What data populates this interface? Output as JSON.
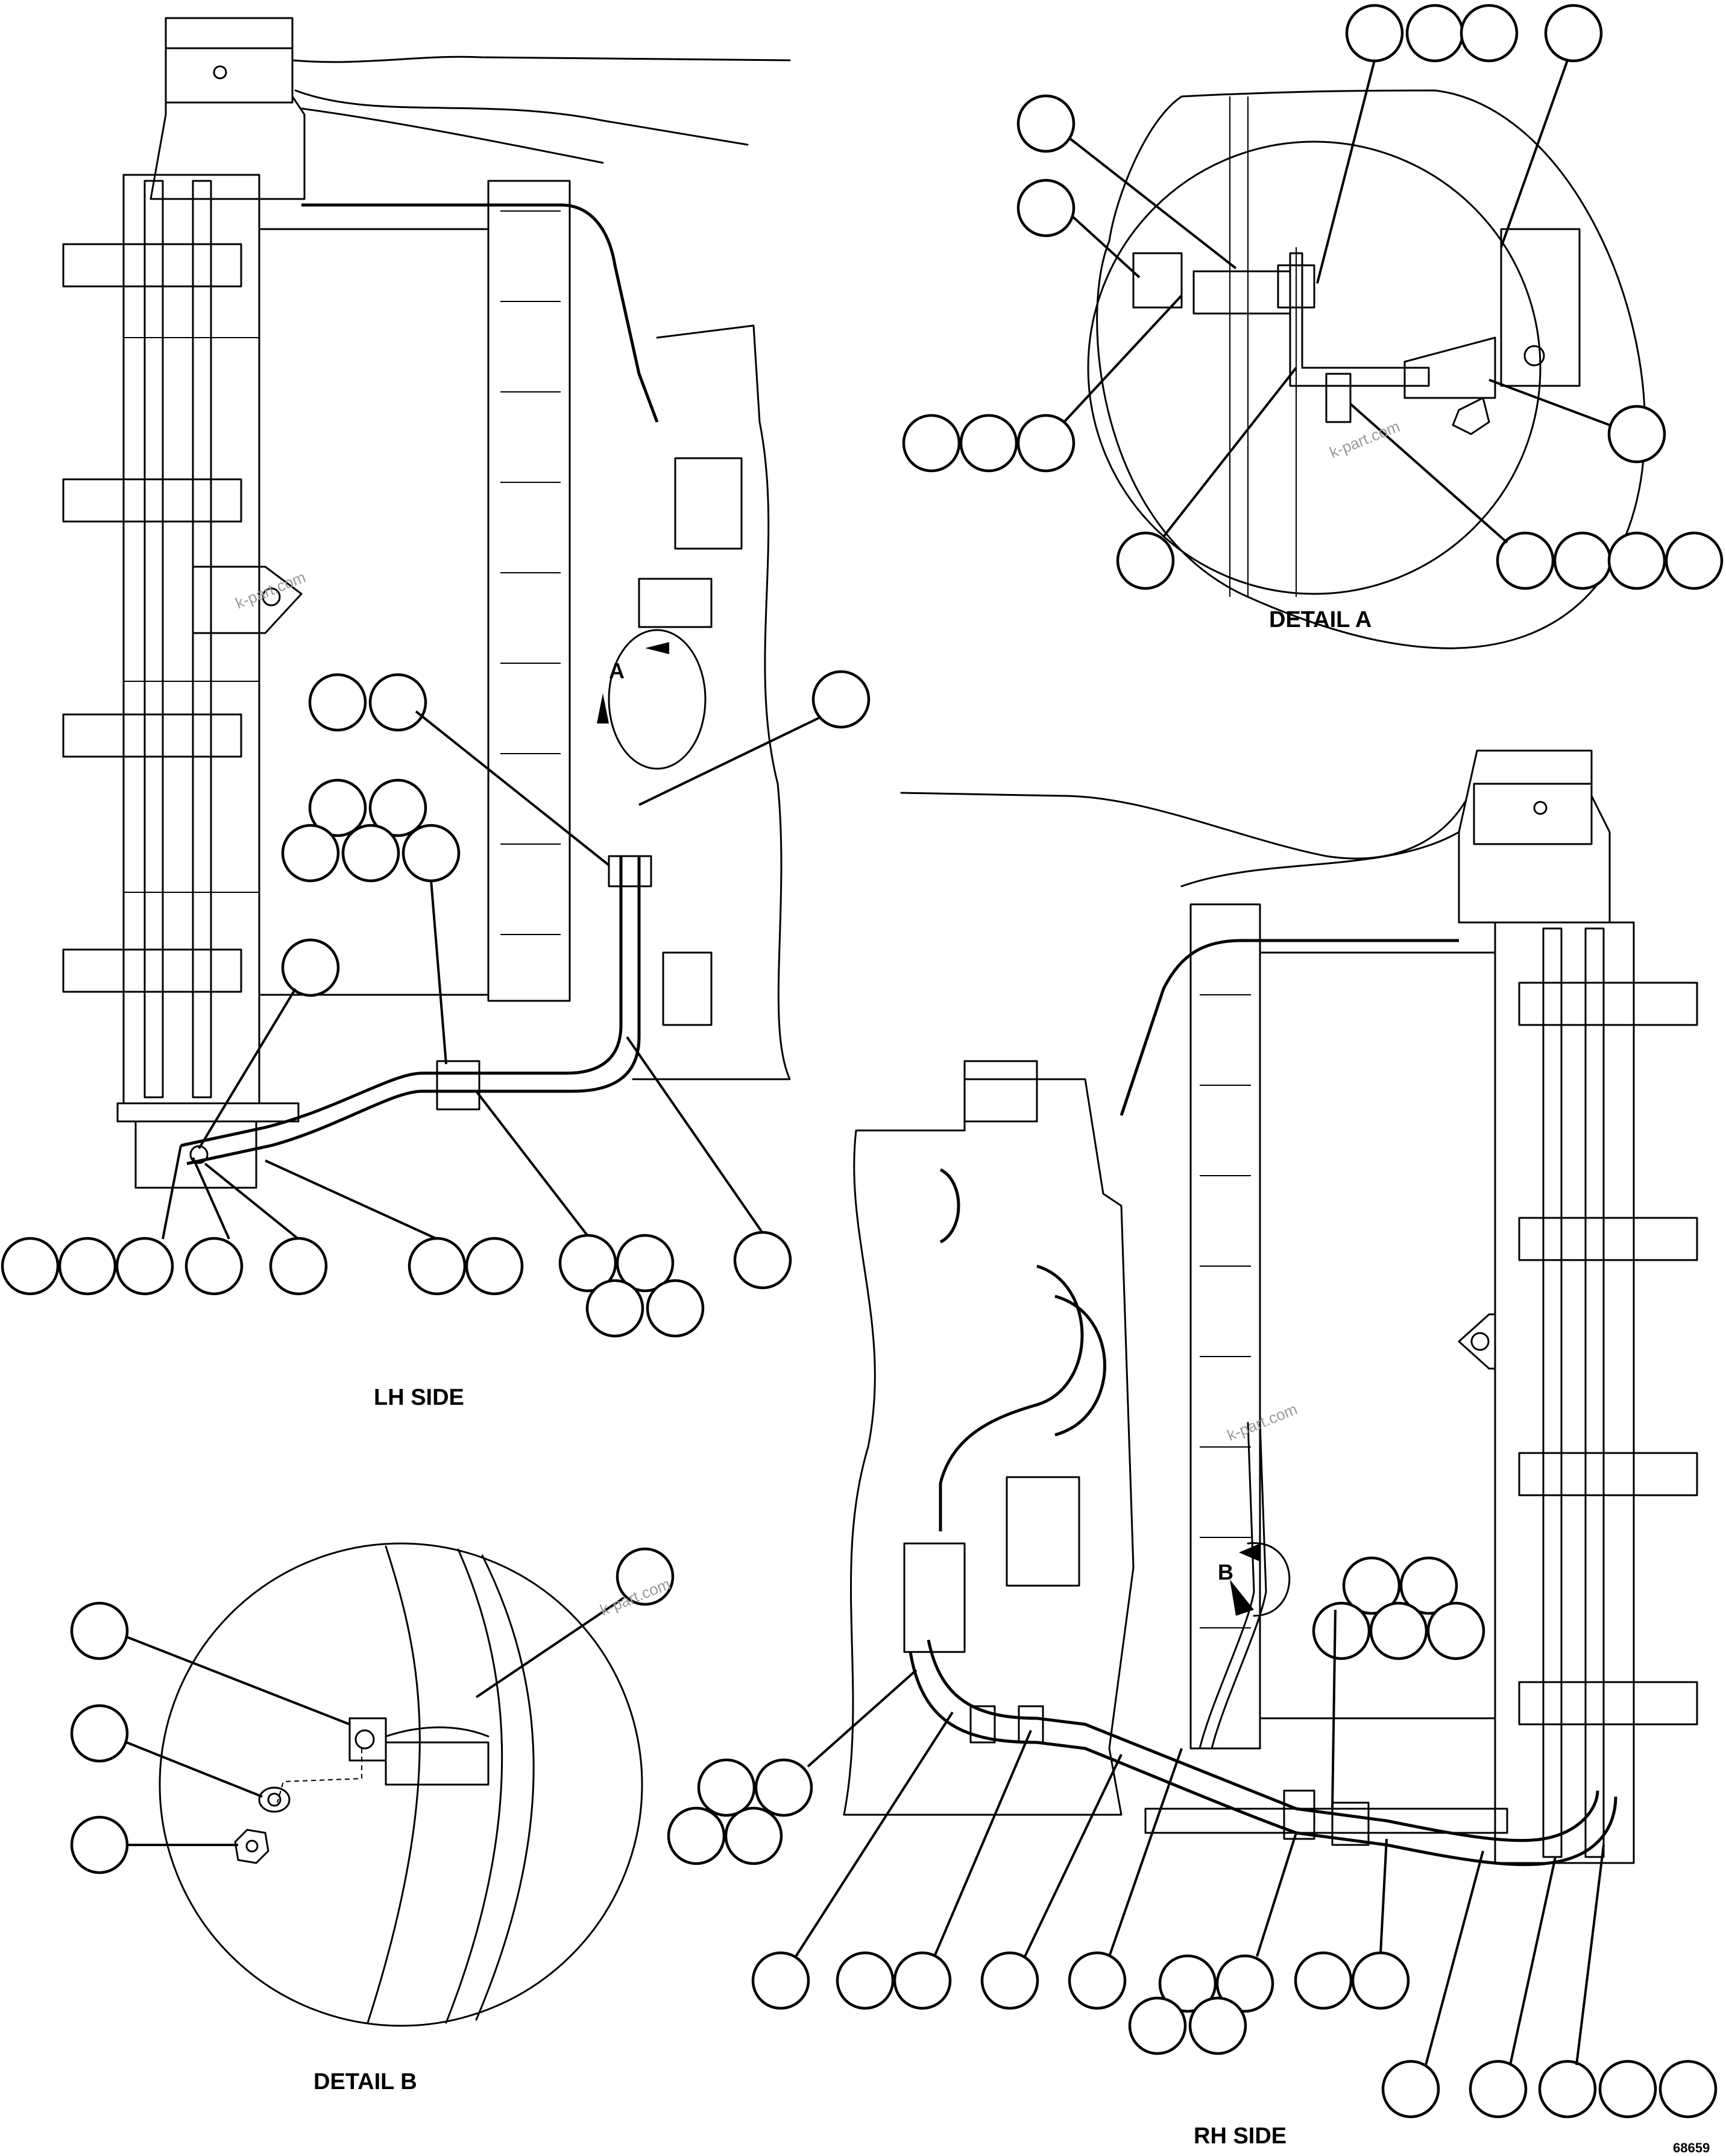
{
  "views": {
    "lh_side": "LH SIDE",
    "rh_side": "RH SIDE",
    "detail_a": "DETAIL A",
    "detail_b": "DETAIL B"
  },
  "detail_markers": {
    "a": "A",
    "b": "B"
  },
  "watermark": "k-part.com",
  "drawing_number": "68659"
}
